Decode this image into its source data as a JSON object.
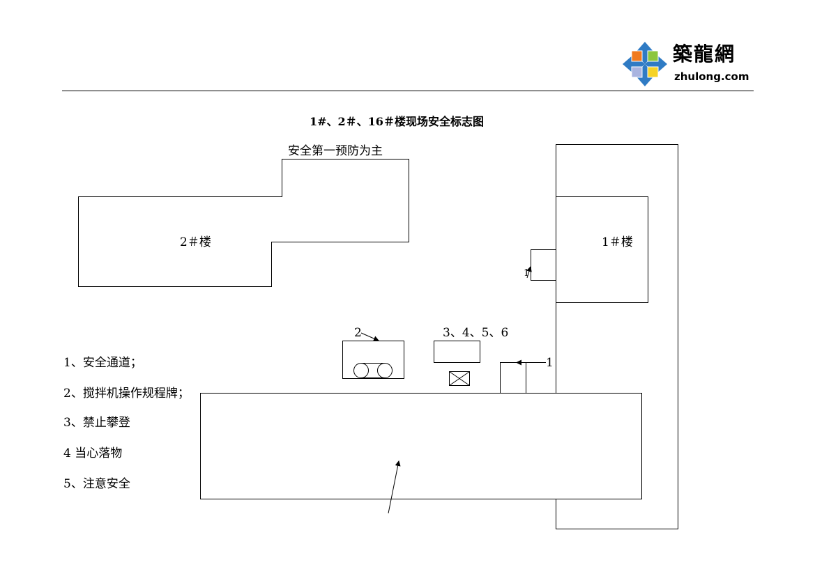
{
  "logo": {
    "cn_text": "築龍網",
    "en_text": "zhulong.com"
  },
  "diagram": {
    "title": "1#、2＃、16＃楼现场安全标志图",
    "sign_main": "安全第一预防为主",
    "building2_label": "2＃楼",
    "building1_label": "1＃楼",
    "marker_2": "2",
    "marker_3456": "3、4、5、6",
    "marker_1": "1",
    "marker_1_small": "1"
  },
  "legend": {
    "items": [
      "1、安全通道；",
      "2、搅拌机操作规程牌；",
      "3、禁止攀登",
      "4 当心落物",
      "5、注意安全"
    ]
  },
  "colors": {
    "line": "#000000",
    "logo_blue": "#2f7bc4",
    "logo_orange": "#f07a1e",
    "logo_green": "#8cc63e",
    "logo_yellow": "#f5d327",
    "logo_lavender": "#a9b4e0"
  }
}
